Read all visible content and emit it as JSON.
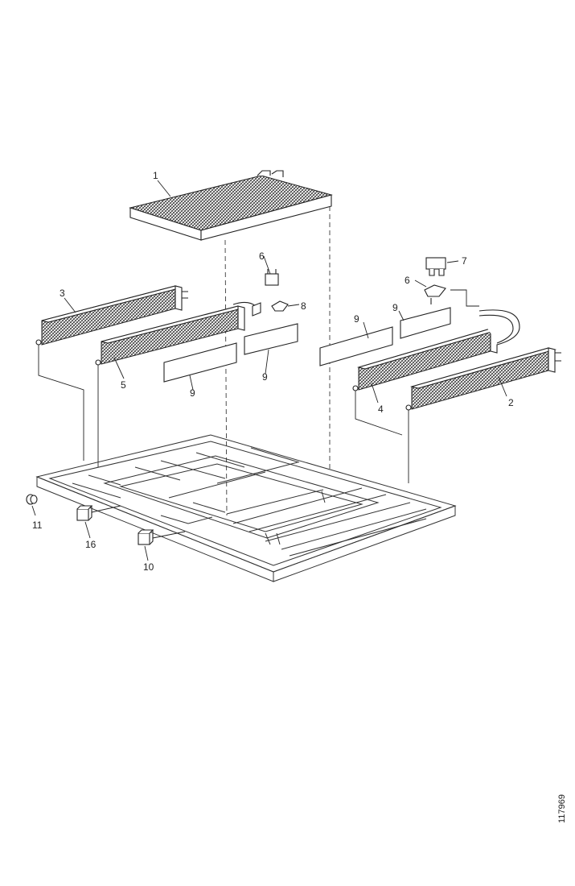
{
  "callouts": {
    "filter_top": "1",
    "heater_right_front": "2",
    "heater_left_back": "3",
    "heater_right_back": "4",
    "heater_left_front": "5",
    "fuse_left": "6",
    "fuse_holder_right": "7",
    "fuse_right": "6",
    "bracket_left": "8",
    "shield_left_mid": "9",
    "shield_right_a": "9",
    "shield_right_b": "9",
    "plug_left": "11",
    "clip_a": "16",
    "clip_b": "10"
  },
  "figure_id": "117969",
  "colors": {
    "line": "#222222",
    "background": "#ffffff"
  }
}
